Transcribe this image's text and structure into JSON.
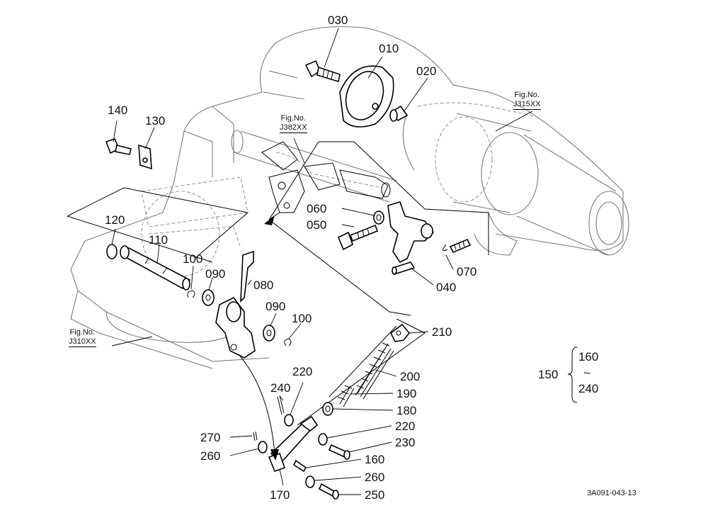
{
  "figure_refs": {
    "j315": {
      "line1": "Fig.No.",
      "line2": "J315XX"
    },
    "j382": {
      "line1": "Fig.No.",
      "line2": "J382XX"
    },
    "j310": {
      "line1": "Fig.No.",
      "line2": "J310XX"
    }
  },
  "part_numbers": {
    "p010": "010",
    "p020": "020",
    "p030": "030",
    "p040": "040",
    "p050": "050",
    "p060": "060",
    "p070": "070",
    "p080": "080",
    "p090a": "090",
    "p090b": "090",
    "p100a": "100",
    "p100b": "100",
    "p110": "110",
    "p120": "120",
    "p130": "130",
    "p140": "140",
    "p160": "160",
    "p170": "170",
    "p180": "180",
    "p190": "190",
    "p200": "200",
    "p210": "210",
    "p220a": "220",
    "p220b": "220",
    "p230": "230",
    "p240": "240",
    "p250": "250",
    "p260a": "260",
    "p260b": "260",
    "p270": "270"
  },
  "assembly_group": {
    "label": "150",
    "from": "160",
    "tilde": "~",
    "to": "240"
  },
  "drawing_code": "3A091-043-13"
}
